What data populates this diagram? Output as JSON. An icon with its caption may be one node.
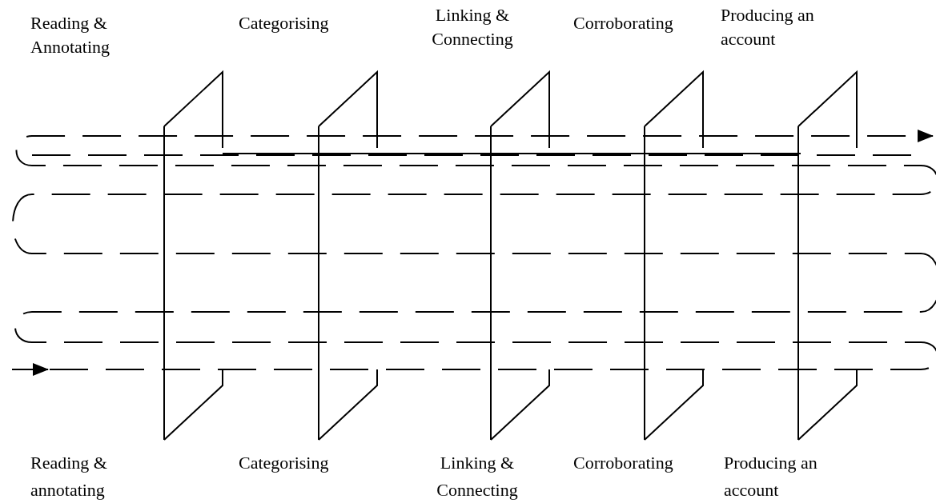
{
  "diagram": {
    "nodes": [
      {
        "text": [],
        "shape": "box",
        "beside": [
          "Reading & Annotating",
          "Reading & annotating"
        ]
      },
      {
        "text": [],
        "shape": "box",
        "beside": [
          "Categorising",
          "Categorising"
        ]
      },
      {
        "text": [],
        "shape": "box",
        "beside": [
          "Linking & Connecting",
          "Linking & Connecting"
        ]
      },
      {
        "text": [],
        "shape": "box",
        "beside": [
          "Corroborating",
          "Corroborating"
        ]
      },
      {
        "text": [],
        "shape": "box",
        "beside": [
          "Producing an account",
          "Producing an account"
        ]
      }
    ]
  }
}
